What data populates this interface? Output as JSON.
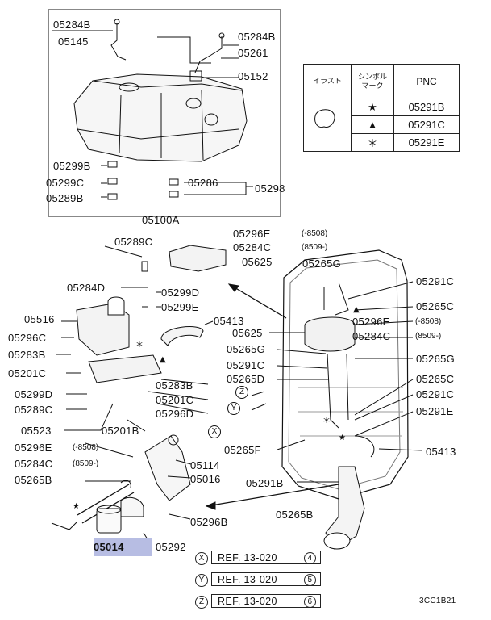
{
  "title_label": "05100A",
  "highlighted_part": "05014",
  "diagram_code": "3CC1B21",
  "symbol_table": {
    "headers": [
      "イラスト",
      "シンボル\nマーク",
      "PNC"
    ],
    "rows": [
      {
        "symbol": "★",
        "pnc": "05291B"
      },
      {
        "symbol": "▲",
        "pnc": "05291C"
      },
      {
        "symbol": "＊",
        "pnc": "05291E"
      }
    ]
  },
  "labels": [
    {
      "id": "l1",
      "text": "05284B"
    },
    {
      "id": "l2",
      "text": "05145"
    },
    {
      "id": "l3",
      "text": "05284B"
    },
    {
      "id": "l4",
      "text": "05261"
    },
    {
      "id": "l5",
      "text": "05152"
    },
    {
      "id": "l6",
      "text": "05299B"
    },
    {
      "id": "l7",
      "text": "05299C"
    },
    {
      "id": "l8",
      "text": "05289B"
    },
    {
      "id": "l9",
      "text": "05286"
    },
    {
      "id": "l10",
      "text": "05298"
    },
    {
      "id": "l11",
      "text": "05289C"
    },
    {
      "id": "l12",
      "text": "05296E"
    },
    {
      "id": "l13",
      "text": "05284C"
    },
    {
      "id": "l14",
      "text": "05625"
    },
    {
      "id": "l15",
      "text": "05265G"
    },
    {
      "id": "l16",
      "text": "05291C"
    },
    {
      "id": "l17",
      "text": "05284D"
    },
    {
      "id": "l18",
      "text": "05299D"
    },
    {
      "id": "l19",
      "text": "05299E"
    },
    {
      "id": "l20",
      "text": "05265C"
    },
    {
      "id": "l21",
      "text": "05516"
    },
    {
      "id": "l22",
      "text": "05413"
    },
    {
      "id": "l23",
      "text": "05296E"
    },
    {
      "id": "l24",
      "text": "05296C"
    },
    {
      "id": "l25",
      "text": "05625"
    },
    {
      "id": "l26",
      "text": "05284C"
    },
    {
      "id": "l27",
      "text": "05283B"
    },
    {
      "id": "l28",
      "text": "05265G"
    },
    {
      "id": "l29",
      "text": "05291C"
    },
    {
      "id": "l30",
      "text": "05265G"
    },
    {
      "id": "l31",
      "text": "05201C"
    },
    {
      "id": "l32",
      "text": "05265D"
    },
    {
      "id": "l33",
      "text": "05283B"
    },
    {
      "id": "l34",
      "text": "05265C"
    },
    {
      "id": "l35",
      "text": "05299D"
    },
    {
      "id": "l36",
      "text": "05201C"
    },
    {
      "id": "l37",
      "text": "05291C"
    },
    {
      "id": "l38",
      "text": "05289C"
    },
    {
      "id": "l39",
      "text": "05296D"
    },
    {
      "id": "l40",
      "text": "05291E"
    },
    {
      "id": "l41",
      "text": "05523"
    },
    {
      "id": "l42",
      "text": "05201B"
    },
    {
      "id": "l43",
      "text": "05296E"
    },
    {
      "id": "l44",
      "text": "05265F"
    },
    {
      "id": "l45",
      "text": "05413"
    },
    {
      "id": "l46",
      "text": "05284C"
    },
    {
      "id": "l47",
      "text": "05114"
    },
    {
      "id": "l48",
      "text": "05265B"
    },
    {
      "id": "l49",
      "text": "05016"
    },
    {
      "id": "l50",
      "text": "05291B"
    },
    {
      "id": "l51",
      "text": "05265B"
    },
    {
      "id": "l52",
      "text": "05296B"
    },
    {
      "id": "l53",
      "text": "05292"
    }
  ],
  "small_labels": [
    {
      "id": "s1",
      "text": "(-8508)"
    },
    {
      "id": "s2",
      "text": "(8509-)"
    },
    {
      "id": "s3",
      "text": "(-8508)"
    },
    {
      "id": "s4",
      "text": "(8509-)"
    },
    {
      "id": "s5",
      "text": "(-8508)"
    },
    {
      "id": "s6",
      "text": "(8509-)"
    }
  ],
  "marks": [
    {
      "id": "mx",
      "text": "X"
    },
    {
      "id": "my",
      "text": "Y"
    },
    {
      "id": "mz",
      "text": "Z"
    }
  ],
  "references": [
    {
      "letter": "X",
      "text": "REF. 13-020",
      "num": "4"
    },
    {
      "letter": "Y",
      "text": "REF. 13-020",
      "num": "5"
    },
    {
      "letter": "Z",
      "text": "REF. 13-020",
      "num": "6"
    }
  ]
}
